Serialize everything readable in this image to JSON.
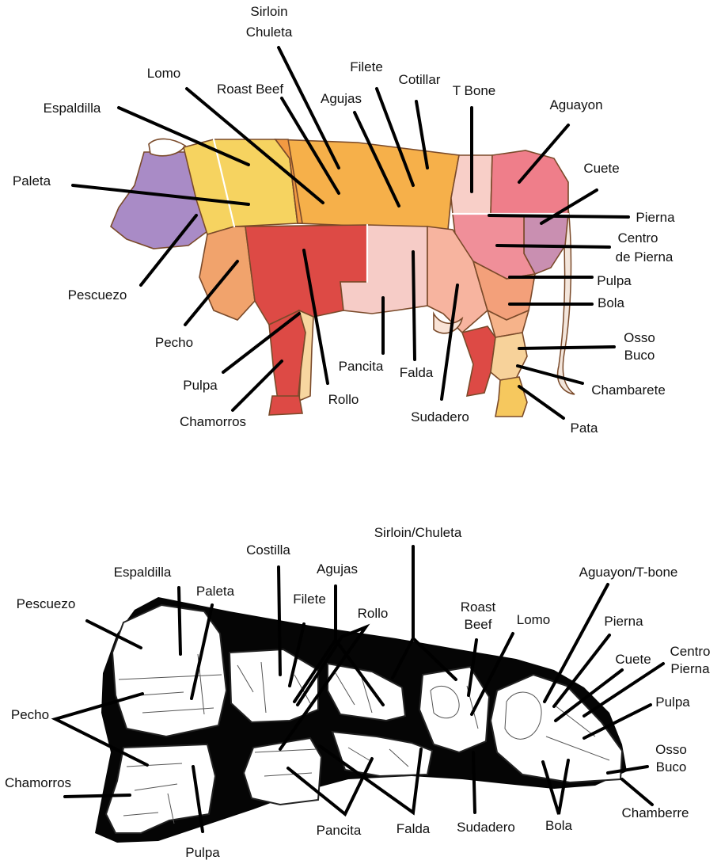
{
  "top_diagram": {
    "labels": [
      {
        "id": "sirloin-chuleta",
        "lines": [
          "Sirloin",
          "Chuleta"
        ]
      },
      {
        "id": "lomo",
        "lines": [
          "Lomo"
        ]
      },
      {
        "id": "roast-beef",
        "lines": [
          "Roast Beef"
        ]
      },
      {
        "id": "filete",
        "lines": [
          "Filete"
        ]
      },
      {
        "id": "agujas",
        "lines": [
          "Agujas"
        ]
      },
      {
        "id": "cotillar",
        "lines": [
          "Cotillar"
        ]
      },
      {
        "id": "t-bone",
        "lines": [
          "T Bone"
        ]
      },
      {
        "id": "aguayon",
        "lines": [
          "Aguayon"
        ]
      },
      {
        "id": "espaldilla",
        "lines": [
          "Espaldilla"
        ]
      },
      {
        "id": "paleta",
        "lines": [
          "Paleta"
        ]
      },
      {
        "id": "cuete",
        "lines": [
          "Cuete"
        ]
      },
      {
        "id": "pierna",
        "lines": [
          "Pierna"
        ]
      },
      {
        "id": "centro-de-pierna",
        "lines": [
          "Centro",
          "de Pierna"
        ]
      },
      {
        "id": "pescuezo",
        "lines": [
          "Pescuezo"
        ]
      },
      {
        "id": "pulpa-right",
        "lines": [
          "Pulpa"
        ]
      },
      {
        "id": "bola",
        "lines": [
          "Bola"
        ]
      },
      {
        "id": "pecho",
        "lines": [
          "Pecho"
        ]
      },
      {
        "id": "osso-buco",
        "lines": [
          "Osso",
          "Buco"
        ]
      },
      {
        "id": "pulpa-left",
        "lines": [
          "Pulpa"
        ]
      },
      {
        "id": "pancita",
        "lines": [
          "Pancita"
        ]
      },
      {
        "id": "falda",
        "lines": [
          "Falda"
        ]
      },
      {
        "id": "chambarete",
        "lines": [
          "Chambarete"
        ]
      },
      {
        "id": "rollo",
        "lines": [
          "Rollo"
        ]
      },
      {
        "id": "chamorros",
        "lines": [
          "Chamorros"
        ]
      },
      {
        "id": "sudadero",
        "lines": [
          "Sudadero"
        ]
      },
      {
        "id": "pata",
        "lines": [
          "Pata"
        ]
      }
    ]
  },
  "bottom_diagram": {
    "labels": [
      {
        "id": "sirloin-chuleta",
        "lines": [
          "Sirloin/Chuleta"
        ]
      },
      {
        "id": "costilla",
        "lines": [
          "Costilla"
        ]
      },
      {
        "id": "agujas",
        "lines": [
          "Agujas"
        ]
      },
      {
        "id": "espaldilla",
        "lines": [
          "Espaldilla"
        ]
      },
      {
        "id": "aguayon-t-bone",
        "lines": [
          "Aguayon/T-bone"
        ]
      },
      {
        "id": "paleta",
        "lines": [
          "Paleta"
        ]
      },
      {
        "id": "filete",
        "lines": [
          "Filete"
        ]
      },
      {
        "id": "pescuezo",
        "lines": [
          "Pescuezo"
        ]
      },
      {
        "id": "rollo",
        "lines": [
          "Rollo"
        ]
      },
      {
        "id": "roast-beef",
        "lines": [
          "Roast",
          "Beef"
        ]
      },
      {
        "id": "lomo",
        "lines": [
          "Lomo"
        ]
      },
      {
        "id": "pierna",
        "lines": [
          "Pierna"
        ]
      },
      {
        "id": "centro-pierna",
        "lines": [
          "Centro",
          "Pierna"
        ]
      },
      {
        "id": "cuete",
        "lines": [
          "Cuete"
        ]
      },
      {
        "id": "pulpa-right",
        "lines": [
          "Pulpa"
        ]
      },
      {
        "id": "pecho",
        "lines": [
          "Pecho"
        ]
      },
      {
        "id": "osso-buco",
        "lines": [
          "Osso",
          "Buco"
        ]
      },
      {
        "id": "chamorros",
        "lines": [
          "Chamorros"
        ]
      },
      {
        "id": "chamberre",
        "lines": [
          "Chamberre"
        ]
      },
      {
        "id": "pancita",
        "lines": [
          "Pancita"
        ]
      },
      {
        "id": "falda",
        "lines": [
          "Falda"
        ]
      },
      {
        "id": "sudadero",
        "lines": [
          "Sudadero"
        ]
      },
      {
        "id": "bola",
        "lines": [
          "Bola"
        ]
      },
      {
        "id": "pulpa-bottom",
        "lines": [
          "Pulpa"
        ]
      }
    ]
  },
  "colors": {
    "head": "#a98bc6",
    "paleta": "#f6d360",
    "back": "#f6b04a",
    "rib": "#f19a42",
    "pecho": "#f1a36c",
    "red": "#dd4a45",
    "pink_light": "#f6ccc7",
    "pink": "#f39a9b",
    "rump": "#ef7e8a",
    "leg_tan": "#f7d29a",
    "hoof": "#f6c85e",
    "ink": "#000000"
  }
}
